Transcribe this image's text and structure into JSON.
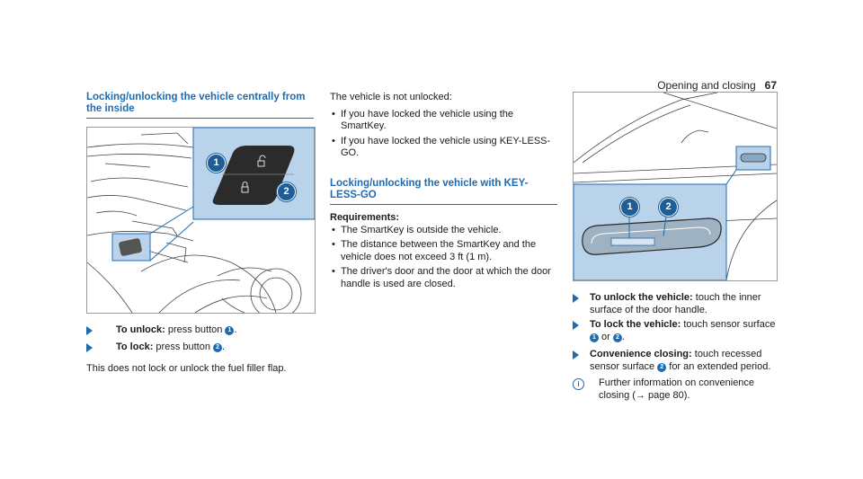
{
  "header": {
    "section": "Opening and closing",
    "page_number": "67"
  },
  "left": {
    "heading_line1": "Locking/unlocking the vehicle centrally from",
    "heading_line2": "the inside",
    "figure": {
      "callout_1": "1",
      "callout_2": "2"
    },
    "step1": {
      "bold": "To unlock:",
      "text_before": " press button ",
      "badge": "1",
      "text_after": "."
    },
    "step2": {
      "bold": "To lock:",
      "text_before": " press button ",
      "badge": "2",
      "text_after": "."
    },
    "note": "This does not lock or unlock the fuel filler flap."
  },
  "middle": {
    "intro": "The vehicle is not unlocked:",
    "bullets": [
      "If you have locked the vehicle using the SmartKey.",
      "If you have locked the vehicle using KEY-LESS-GO."
    ],
    "heading_line1": "Locking/unlocking the vehicle with KEY-",
    "heading_line2": "LESS-GO",
    "requirements_label": "Requirements:",
    "requirements": [
      "The SmartKey is outside the vehicle.",
      "The distance between the SmartKey and the vehicle does not exceed 3 ft (1 m).",
      "The driver's door and the door at which the door handle is used are closed."
    ]
  },
  "right": {
    "figure": {
      "callout_1": "1",
      "callout_2": "2"
    },
    "step_unlock": {
      "bold": "To unlock the vehicle:",
      "text": " touch the inner surface of the door handle."
    },
    "step_lock": {
      "bold": "To lock the vehicle:",
      "text_before": " touch sensor surface ",
      "badge1": "1",
      "mid": " or ",
      "badge2": "2",
      "text_after": "."
    },
    "step_conv": {
      "bold": "Convenience closing:",
      "text_before": " touch recessed sensor surface ",
      "badge": "2",
      "text_after": " for an extended period."
    },
    "info": "Further information on convenience closing (→ page 80)."
  },
  "colors": {
    "accent": "#1f6bb0",
    "figure_highlight": "#b9d3ea"
  }
}
